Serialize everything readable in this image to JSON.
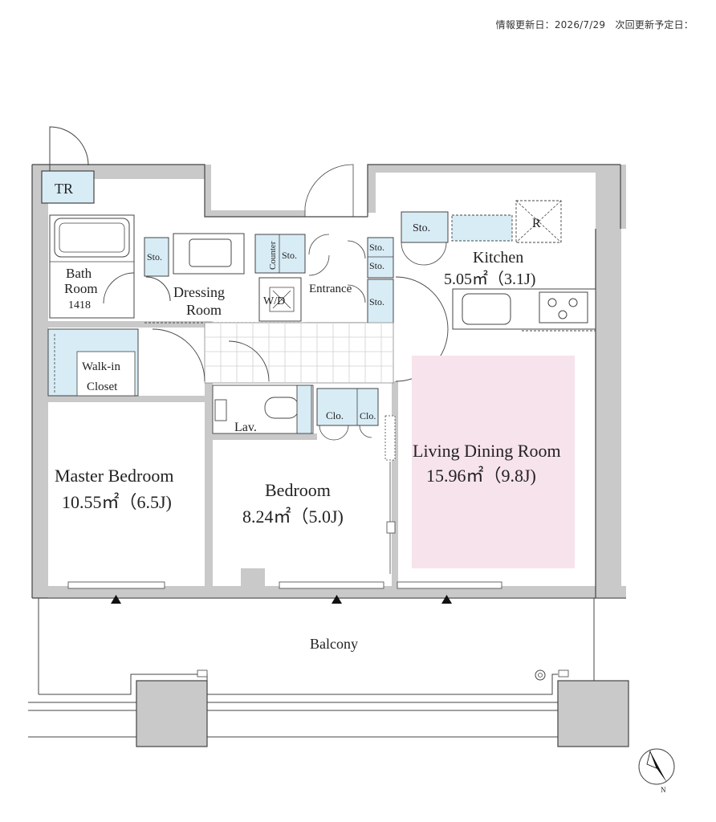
{
  "header": {
    "update_label": "情報更新日：",
    "update_date": "2026/7/29",
    "next_update_label": "次回更新予定日："
  },
  "rooms": {
    "tr": "TR",
    "bath_line1": "Bath",
    "bath_line2": "Room",
    "bath_code": "1418",
    "sto_bath": "Sto.",
    "dressing_line1": "Dressing",
    "dressing_line2": "Room",
    "wd": "W/D",
    "counter": "Counter",
    "sto_counter": "Sto.",
    "entrance": "Entrance",
    "sto_entr_1": "Sto.",
    "sto_entr_2": "Sto.",
    "sto_entr_3": "Sto.",
    "sto_kitchen": "Sto.",
    "refrigerator": "R",
    "kitchen_name": "Kitchen",
    "kitchen_area": "5.05㎡（3.1J)",
    "walkin_line1": "Walk-in",
    "walkin_line2": "Closet",
    "lav": "Lav.",
    "clo_1": "Clo.",
    "clo_2": "Clo.",
    "master_name": "Master Bedroom",
    "master_area": "10.55㎡（6.5J)",
    "bedroom_name": "Bedroom",
    "bedroom_area": "8.24㎡（5.0J)",
    "ldr_name": "Living Dining Room",
    "ldr_area": "15.96㎡（9.8J)",
    "balcony": "Balcony"
  },
  "compass": {
    "north": "N"
  },
  "colors": {
    "wall": "#c9c9c9",
    "storage": "#d8ecf6",
    "ldr_highlight": "#f7e3ec",
    "line": "#444444"
  }
}
